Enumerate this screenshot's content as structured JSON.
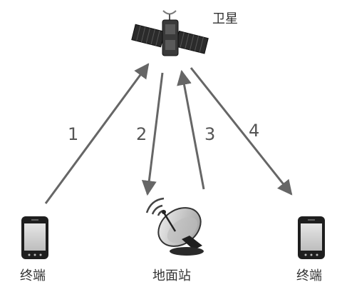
{
  "nodes": {
    "satellite": {
      "label": "卫星",
      "icon": "satellite-icon"
    },
    "terminal_left": {
      "label": "终端",
      "icon": "smartphone-icon"
    },
    "ground_station": {
      "label": "地面站",
      "icon": "satellite-dish-icon"
    },
    "terminal_right": {
      "label": "终端",
      "icon": "smartphone-icon"
    }
  },
  "links": [
    {
      "id": "1",
      "from": "终端",
      "to": "卫星"
    },
    {
      "id": "2",
      "from": "卫星",
      "to": "地面站"
    },
    {
      "id": "3",
      "from": "地面站",
      "to": "卫星"
    },
    {
      "id": "4",
      "from": "卫星",
      "to": "终端"
    }
  ],
  "colors": {
    "arrow": "#666666",
    "panel": "#2b2b2b",
    "device": "#1e1e1e",
    "screen": "#d8d8d8"
  }
}
